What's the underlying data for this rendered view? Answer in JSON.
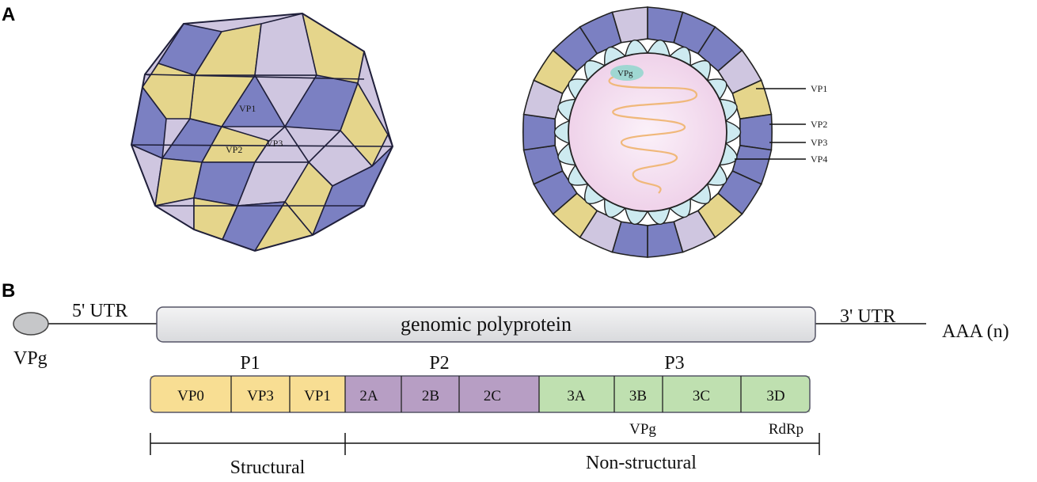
{
  "panels": {
    "a_letter": "A",
    "b_letter": "B"
  },
  "capsid_outer": {
    "labels": [
      "VP1",
      "VP2",
      "VP3"
    ]
  },
  "capsid_cross_section": {
    "genome_label": "VPg",
    "callouts": [
      "VP1",
      "VP2",
      "VP3",
      "VP4"
    ]
  },
  "genome": {
    "vpg_label": "VPg",
    "utr5_label": "5' UTR",
    "polyprotein_label": "genomic polyprotein",
    "utr3_label": "3' UTR",
    "polya_label": "AAA (n)"
  },
  "regions": [
    {
      "name": "P1",
      "segments": [
        "VP0",
        "VP3",
        "VP1"
      ],
      "color": "#f8de93"
    },
    {
      "name": "P2",
      "segments": [
        "2A",
        "2B",
        "2C"
      ],
      "color": "#b79ec4"
    },
    {
      "name": "P3",
      "segments": [
        "3A",
        "3B",
        "3C",
        "3D"
      ],
      "color": "#bfe0b0"
    }
  ],
  "sublabels": {
    "vpg": "VPg",
    "rdrp": "RdRp"
  },
  "brackets": {
    "structural": "Structural",
    "nonstructural": "Non-structural"
  },
  "colors": {
    "vp1": "#7b80c2",
    "vp2": "#e5d58b",
    "vp3": "#cfc6e0",
    "vp4": "#cdeaf0",
    "interior": "#f6dff0",
    "rna": "#f0b87a",
    "polyprotein": "#e6e7e9"
  }
}
